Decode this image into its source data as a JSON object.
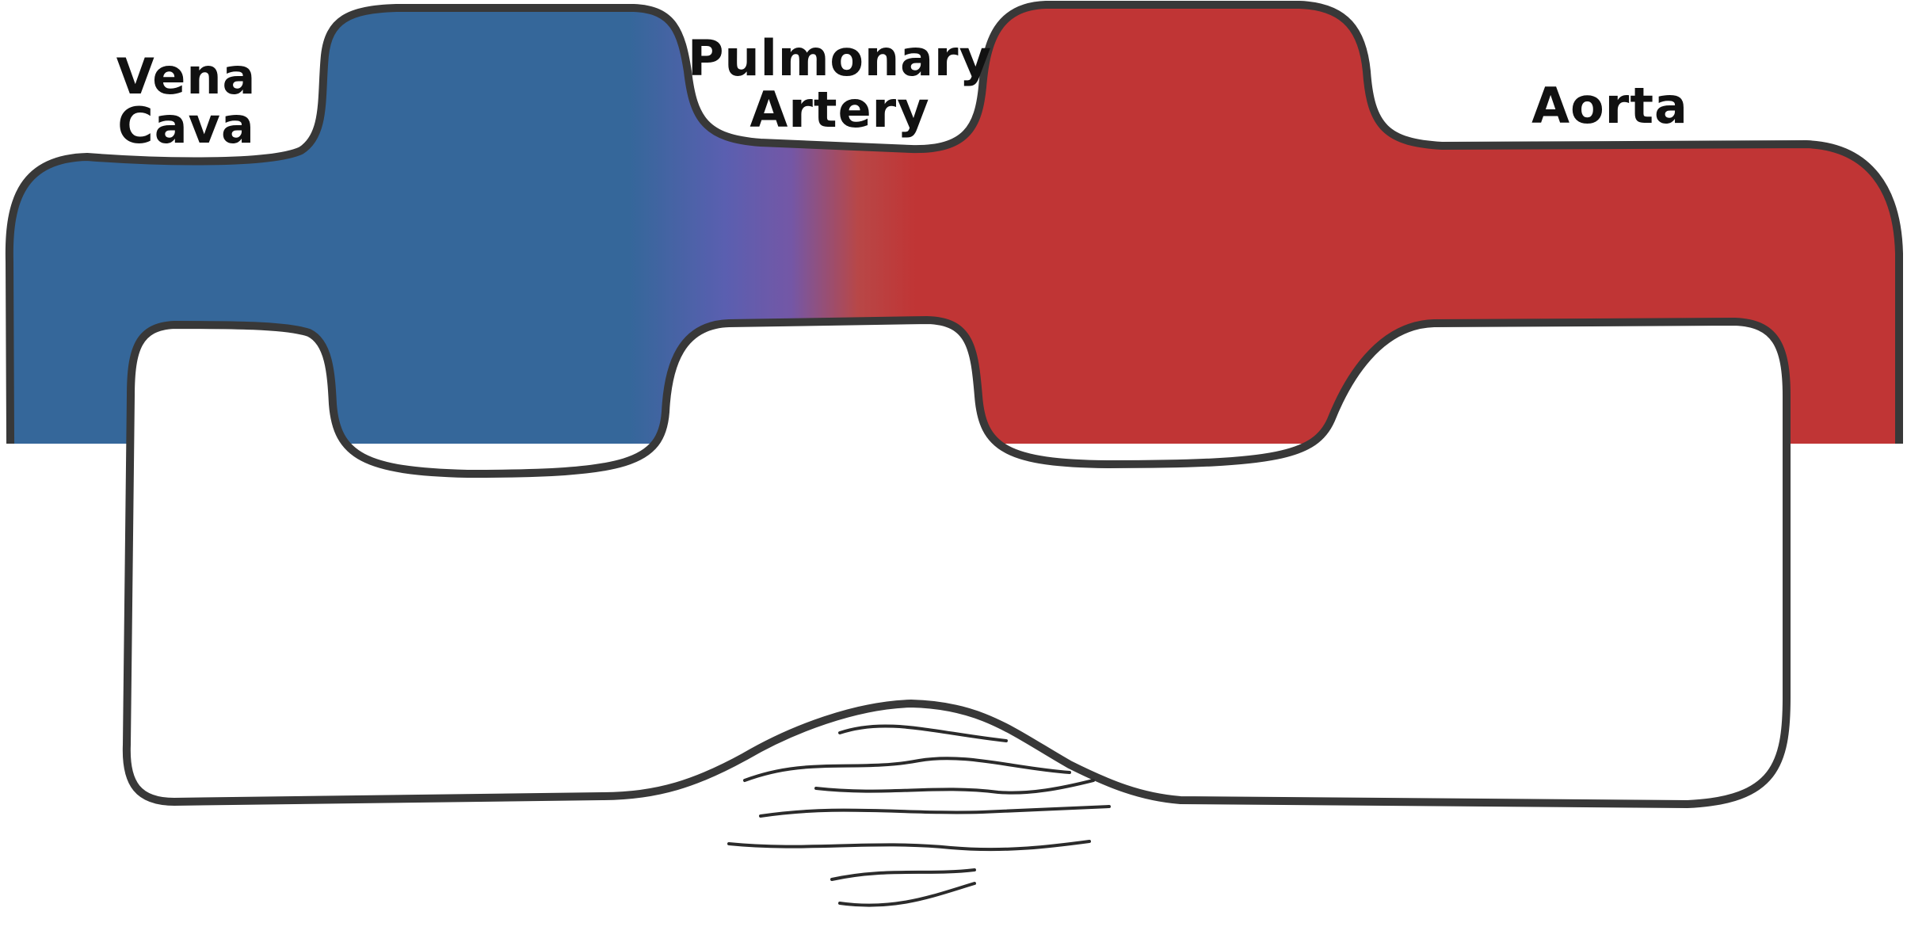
{
  "labels": {
    "vena_cava_line1": "Vena",
    "vena_cava_line2": "Cava",
    "pulmonary_artery_line1": "Pulmonary",
    "pulmonary_artery_line2": "Artery",
    "aorta": "Aorta"
  },
  "colors": {
    "deoxygenated": "#35679a",
    "transition": "#6d58aa",
    "oxygenated": "#c03535",
    "outline": "#383838",
    "background": "#ffffff",
    "capillary_lines": "#2b2b2b"
  }
}
